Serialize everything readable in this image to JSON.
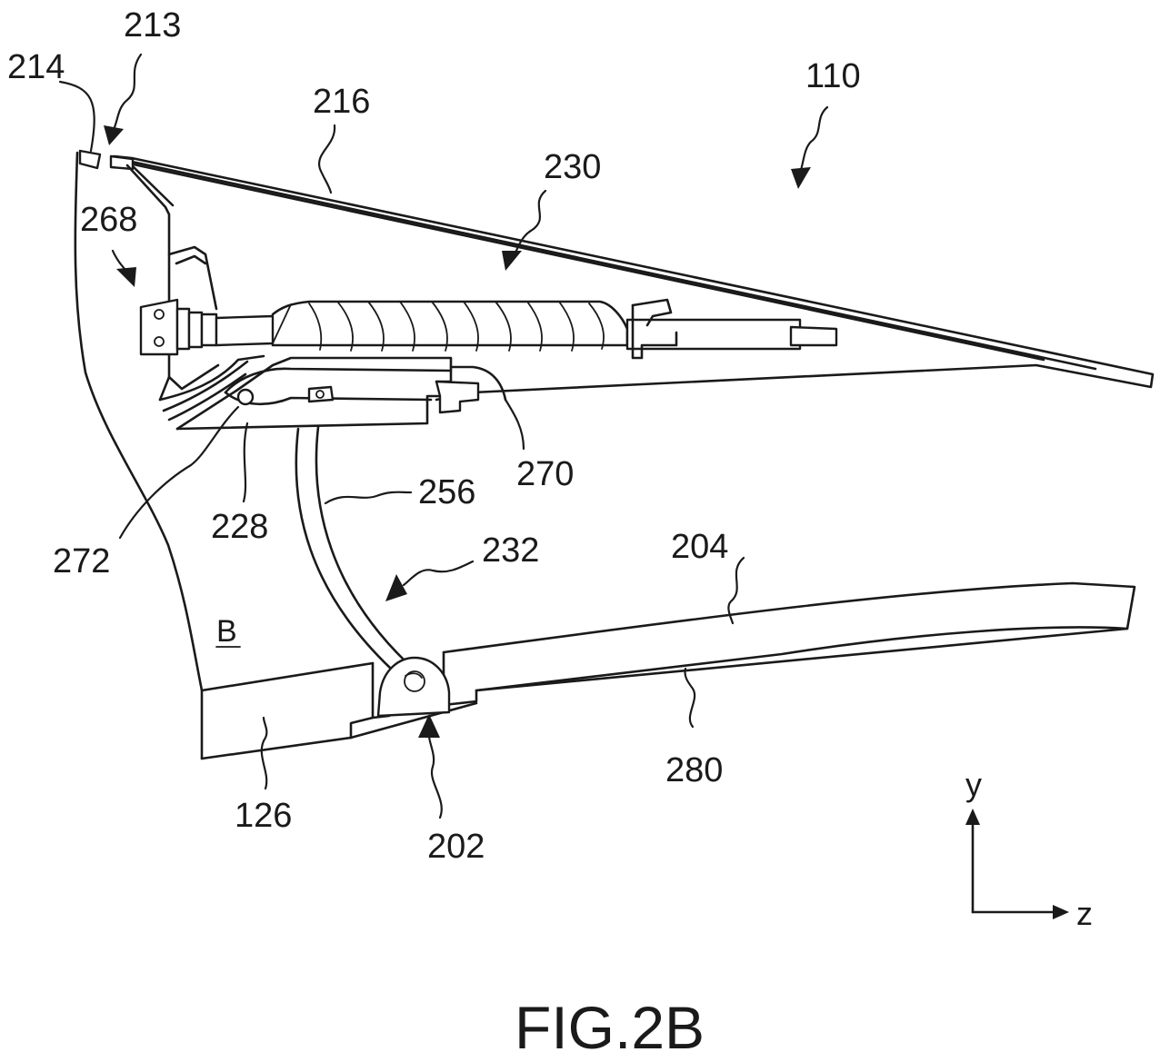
{
  "figure": {
    "caption": "FIG.2B",
    "region_label": "B",
    "reference_numerals": {
      "r214": "214",
      "r213": "213",
      "r216": "216",
      "r110": "110",
      "r230": "230",
      "r268": "268",
      "r270": "270",
      "r256": "256",
      "r272": "272",
      "r228": "228",
      "r232": "232",
      "r204": "204",
      "r280": "280",
      "r126": "126",
      "r202": "202"
    },
    "axes": {
      "vertical": "y",
      "horizontal": "z"
    }
  }
}
